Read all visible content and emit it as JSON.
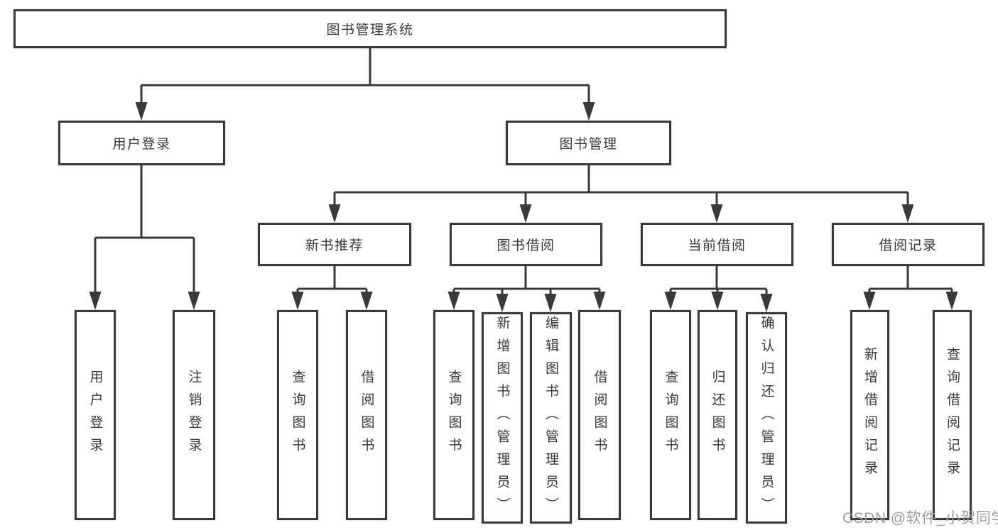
{
  "colors": {
    "line": "#3a3a3a",
    "box_border": "#3a3a3a",
    "text": "#383838",
    "watermark": "#9c9c9c",
    "bg": "#ffffff"
  },
  "watermark": {
    "text": "CSDN @软件_小贺同学"
  },
  "tree": {
    "root": {
      "label": "图书管理系统",
      "children": [
        {
          "label": "用户登录",
          "children": [
            {
              "label": "用户登录"
            },
            {
              "label": "注销登录"
            }
          ]
        },
        {
          "label": "图书管理",
          "children": [
            {
              "label": "新书推荐",
              "children": [
                {
                  "label": "查询图书"
                },
                {
                  "label": "借阅图书"
                }
              ]
            },
            {
              "label": "图书借阅",
              "children": [
                {
                  "label": "查询图书"
                },
                {
                  "label": "新增图书（管理员）"
                },
                {
                  "label": "编辑图书（管理员）"
                },
                {
                  "label": "借阅图书"
                }
              ]
            },
            {
              "label": "当前借阅",
              "children": [
                {
                  "label": "查询图书"
                },
                {
                  "label": "归还图书"
                },
                {
                  "label": "确认归还（管理员）"
                }
              ]
            },
            {
              "label": "借阅记录",
              "children": [
                {
                  "label": "新增借阅记录"
                },
                {
                  "label": "查询借阅记录"
                }
              ]
            }
          ]
        }
      ]
    }
  }
}
